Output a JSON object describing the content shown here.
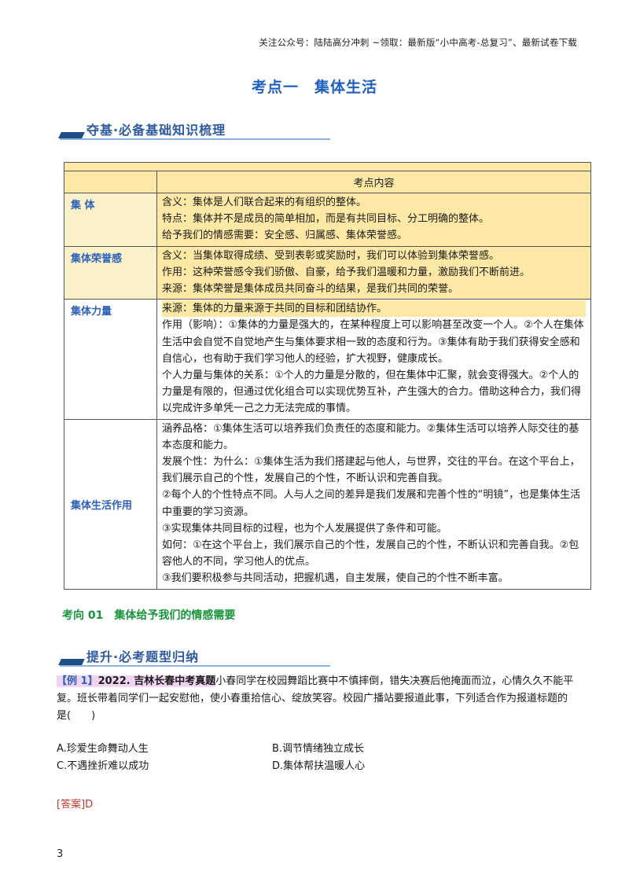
{
  "header": {
    "note": "关注公众号：陆陆高分冲刺 ~领取：最新版“小中高考-总复习”、最新试卷下载"
  },
  "page_title": "考点一　集体生活",
  "sections": {
    "basics": "夺基·必备基础知识梳理",
    "practice": "提升·必考题型归纳"
  },
  "table": {
    "header": "考点内容",
    "rows": [
      {
        "category": "集 体",
        "lines": [
          "含义：集体是人们联合起来的有组织的整体。",
          "特点：集体并不是成员的简单相加，而是有共同目标、分工明确的整体。",
          "给予我们的情感需要：安全感、归属感、集体荣誉感。"
        ]
      },
      {
        "category": "集体荣誉感",
        "lines": [
          "含义：当集体取得成绩、受到表彰或奖励时，我们可以体验到集体荣誉感。",
          "作用：这种荣誉感令我们骄傲、自豪，给予我们温暖和力量，激励我们不断前进。",
          "来源：集体荣誉是集体成员共同奋斗的结果，是我们共同的荣誉。"
        ]
      },
      {
        "category": "集体力量",
        "lines": [
          "来源：集体的力量来源于共同的目标和团结协作。",
          "作用（影响）：①集体的力量是强大的，在某种程度上可以影响甚至改变一个人。②个人在集体生活中会自觉不自觉地产生与集体要求相一致的态度和行为。③集体有助于我们获得安全感和自信心，也有助于我们学习他人的经验，扩大视野，健康成长。",
          "个人力量与集体的关系：①个人的力量是分散的，但在集体中汇聚，就会变得强大。②个人的力量是有限的，但通过优化组合可以实现优势互补，产生强大的合力。借助这种合力，我们得以完成许多单凭一己之力无法完成的事情。"
        ]
      },
      {
        "category": "集体生活作用",
        "lines": [
          "涵养品格：①集体生活可以培养我们负责任的态度和能力。②集体生活可以培养人际交往的基本态度和能力。",
          "发展个性：为什么：①集体生活为我们搭建起与他人，与世界，交往的平台。在这个平台上，我们展示自己的个性，发展自己的个性，不断认识和完善自我。",
          "②每个人的个性特点不同。人与人之间的差异是我们发展和完善个性的“明镜”，也是集体生活中重要的学习资源。",
          "③实现集体共同目标的过程，也为个人发展提供了条件和可能。",
          "如何：①在这个平台上，我们展示自己的个性，发展自己的个性，不断认识和完善自我。②包容他人的不同，学习他人的优点。",
          "③我们要积极参与共同活动，把握机遇，自主发展，使自己的个性不断丰富。"
        ]
      }
    ]
  },
  "orientation": "考向 01　集体给予我们的情感需要",
  "example": {
    "label": "【例 1】",
    "source": "2022. 吉林长春中考真题",
    "stem": "小春同学在校园舞蹈比赛中不慎摔倒，错失决赛后他掩面而泣，心情久久不能平复。班长带着同学们一起安慰他，使小春重拾信心、绽放笑容。校园广播站要报道此事，下列适合作为报道标题的是(　　)",
    "options": {
      "A": "A.珍爱生命舞动人生",
      "B": "B.调节情绪独立成长",
      "C": "C.不遇挫折难以成功",
      "D": "D.集体帮扶温暖人心"
    }
  },
  "answer": "[答案]D",
  "page_number": "3",
  "colors": {
    "title_blue": "#1f5fbf",
    "category_blue": "#2d62b8",
    "highlight_yellow": "#fde9a5",
    "orientation_green": "#17953a",
    "answer_red": "#c0392b"
  }
}
